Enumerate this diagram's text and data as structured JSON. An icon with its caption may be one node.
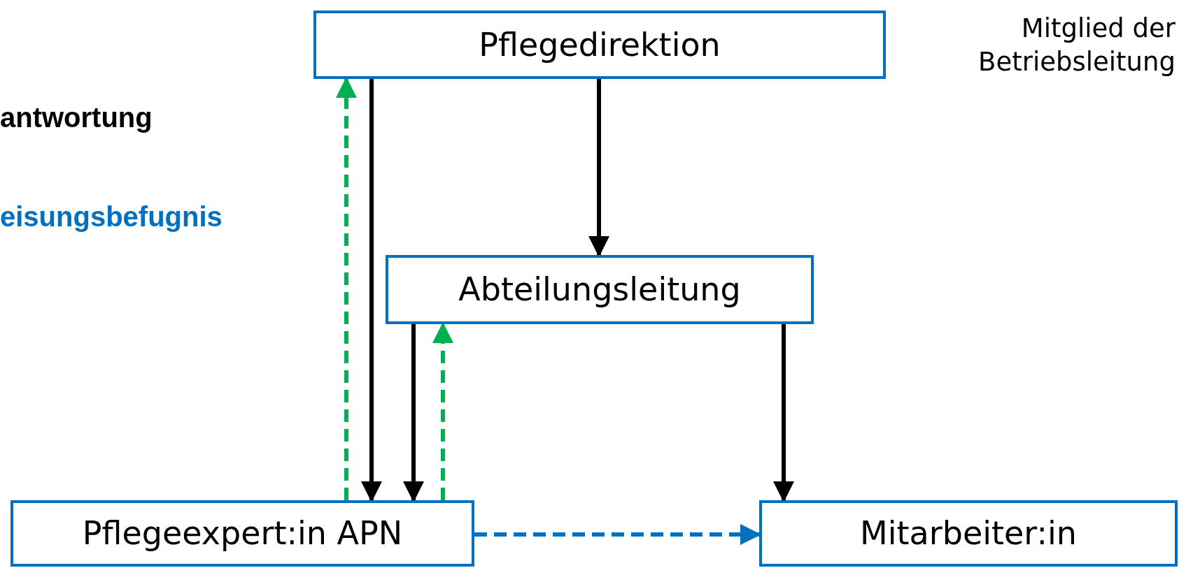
{
  "diagram": {
    "nodes": [
      {
        "text": [
          "Pflegedirektion"
        ],
        "beside": [
          "Mitglied der Betriebsleitung"
        ]
      },
      {
        "text": [
          "Abteilungsleitung"
        ]
      },
      {
        "text": [
          "Pflegeexpert:in APN"
        ]
      },
      {
        "text": [
          "Mitarbeiter:in"
        ]
      }
    ],
    "edges": [
      {
        "from": 0,
        "to": 2,
        "arrow": "to"
      },
      {
        "from": 2,
        "to": 0,
        "arrow": "to",
        "style": "dashed",
        "color": "#00b050"
      },
      {
        "from": 0,
        "to": 1,
        "arrow": "to"
      },
      {
        "from": 1,
        "to": 2,
        "arrow": "to"
      },
      {
        "from": 2,
        "to": 1,
        "arrow": "to",
        "style": "dashed",
        "color": "#00b050"
      },
      {
        "from": 1,
        "to": 3,
        "arrow": "to"
      },
      {
        "from": 2,
        "to": 3,
        "arrow": "to",
        "style": "dashed",
        "color": "#0070c0"
      }
    ],
    "labels": [
      "antwortung",
      "eisungsbefugnis"
    ]
  }
}
